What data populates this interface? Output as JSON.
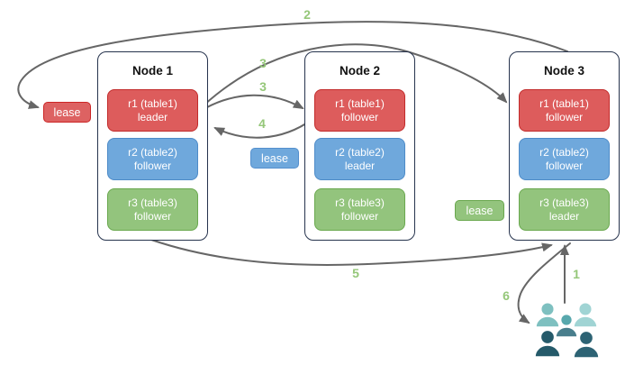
{
  "nodes": [
    {
      "title": "Node 1",
      "ranges": [
        {
          "line1": "r1 (table1)",
          "line2": "leader",
          "color": "#DD5C5C"
        },
        {
          "line1": "r2 (table2)",
          "line2": "follower",
          "color": "#6FA8DC"
        },
        {
          "line1": "r3 (table3)",
          "line2": "follower",
          "color": "#93C47D"
        }
      ]
    },
    {
      "title": "Node 2",
      "ranges": [
        {
          "line1": "r1 (table1)",
          "line2": "follower",
          "color": "#DD5C5C"
        },
        {
          "line1": "r2 (table2)",
          "line2": "leader",
          "color": "#6FA8DC"
        },
        {
          "line1": "r3 (table3)",
          "line2": "follower",
          "color": "#93C47D"
        }
      ]
    },
    {
      "title": "Node 3",
      "ranges": [
        {
          "line1": "r1 (table1)",
          "line2": "follower",
          "color": "#DD5C5C"
        },
        {
          "line1": "r2 (table2)",
          "line2": "follower",
          "color": "#6FA8DC"
        },
        {
          "line1": "r3 (table3)",
          "line2": "leader",
          "color": "#93C47D"
        }
      ]
    }
  ],
  "leases": [
    {
      "label": "lease",
      "color": "#DD6262"
    },
    {
      "label": "lease",
      "color": "#6FA8DC"
    },
    {
      "label": "lease",
      "color": "#93C47D"
    }
  ],
  "steps": {
    "s1": "1",
    "s2": "2",
    "s3a": "3",
    "s3b": "3",
    "s4": "4",
    "s5": "5",
    "s6": "6"
  },
  "colors": {
    "arrow": "#666666",
    "step_label": "#95C779",
    "node_border": "#26334D",
    "range_red": "#DD5C5C",
    "range_blue": "#6FA8DC",
    "range_green": "#93C47D",
    "people": [
      "#7EC0C0",
      "#A0D4D4",
      "#58A8AD",
      "#497E8C",
      "#255A6A",
      "#2D6374"
    ]
  },
  "icons": {
    "clients": "people-group-icon"
  }
}
